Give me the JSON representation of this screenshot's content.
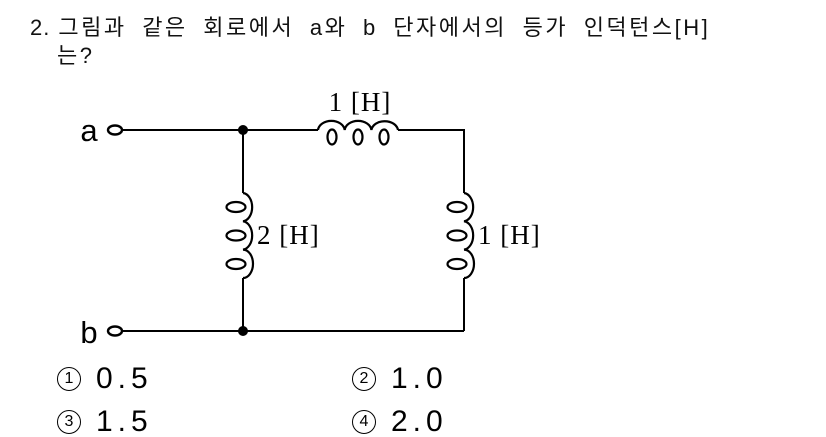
{
  "question": {
    "number": "2.",
    "line1": "그림과 같은 회로에서 a와 b 단자에서의 등가 인덕턴스[H]",
    "line2": "는?"
  },
  "circuit": {
    "terminal_a": "a",
    "terminal_b": "b",
    "inductor_top": "1 [H]",
    "inductor_left": "2 [H]",
    "inductor_right": "1 [H]"
  },
  "options": [
    {
      "digit": "1",
      "value": "0.5"
    },
    {
      "digit": "2",
      "value": "1.0"
    },
    {
      "digit": "3",
      "value": "1.5"
    },
    {
      "digit": "4",
      "value": "2.0"
    }
  ],
  "colors": {
    "ink": "#000000",
    "background": "#ffffff"
  }
}
